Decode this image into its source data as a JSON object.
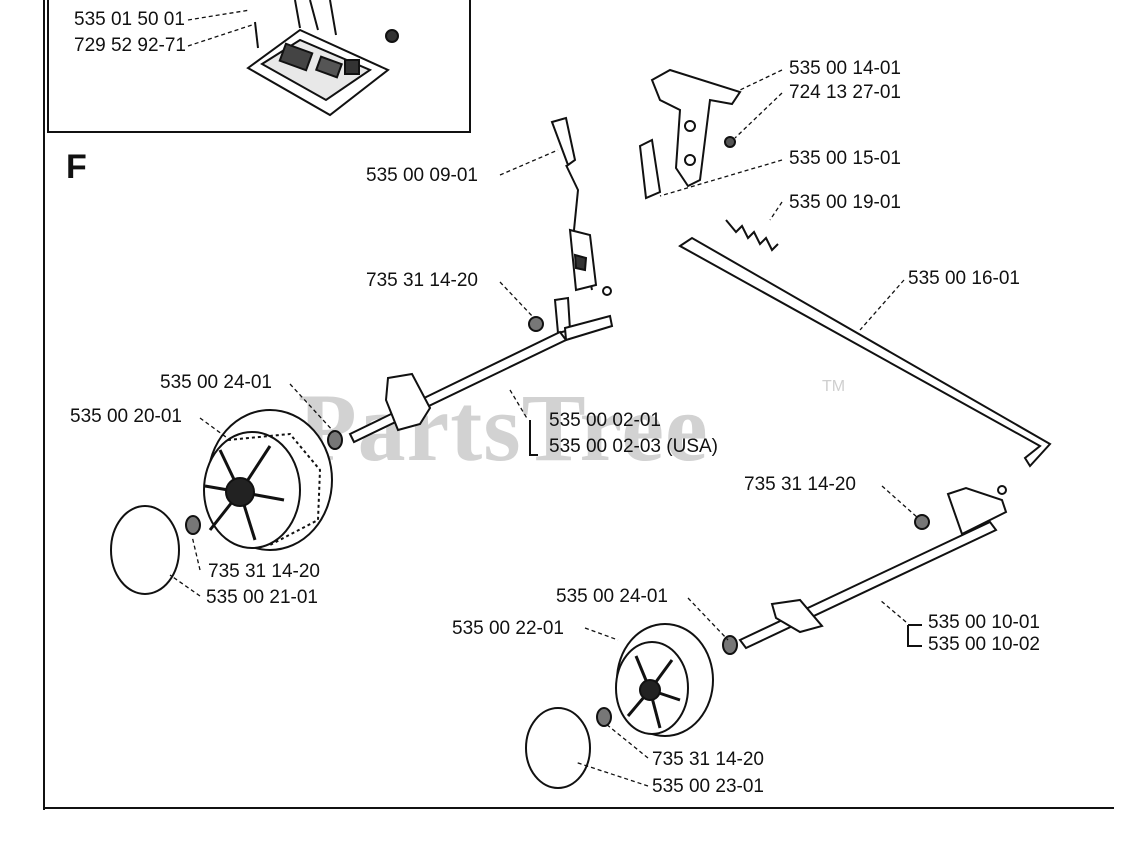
{
  "section_letter": "F",
  "watermark": {
    "text": "PartsTree",
    "trademark": "TM"
  },
  "inset": {
    "labels": [
      "535 01 50 01",
      "729 52 92-71"
    ]
  },
  "labels": {
    "p535_00_14_01": "535 00 14-01",
    "p724_13_27_01": "724 13 27-01",
    "p535_00_15_01": "535 00 15-01",
    "p535_00_19_01": "535 00 19-01",
    "p535_00_16_01": "535 00 16-01",
    "p535_00_09_01": "535 00 09-01",
    "p735_31_14_20_a": "735 31 14-20",
    "p535_00_24_01_a": "535 00 24-01",
    "p535_00_20_01": "535 00 20-01",
    "p535_00_02_01": "535 00 02-01",
    "p535_00_02_03": "535 00 02-03 (USA)",
    "p735_31_14_20_b": "735 31 14-20",
    "p535_00_21_01": "535 00 21-01",
    "p735_31_14_20_c": "735 31 14-20",
    "p535_00_24_01_b": "535 00 24-01",
    "p535_00_22_01": "535 00 22-01",
    "p535_00_10_01": "535 00 10-01",
    "p535_00_10_02": "535 00 10-02",
    "p735_31_14_20_d": "735 31 14-20",
    "p535_00_23_01": "535 00 23-01"
  }
}
